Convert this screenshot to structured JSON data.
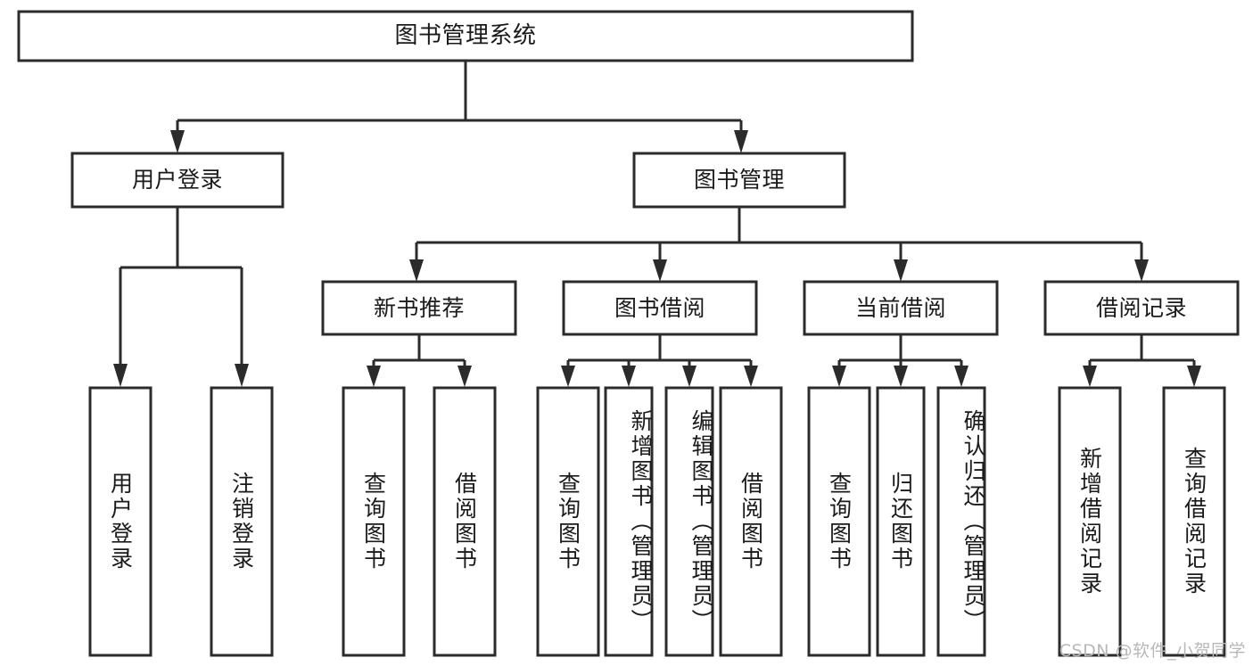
{
  "diagram": {
    "type": "tree-hierarchy",
    "title": "图书管理系统",
    "levels": 4,
    "root": {
      "id": "root",
      "label": "图书管理系统",
      "orientation": "horizontal"
    },
    "level2": [
      {
        "id": "user-login",
        "label": "用户登录",
        "orientation": "horizontal"
      },
      {
        "id": "book-manage",
        "label": "图书管理",
        "orientation": "horizontal"
      }
    ],
    "level3": [
      {
        "id": "new-book-rec",
        "label": "新书推荐",
        "orientation": "horizontal",
        "parent": "book-manage"
      },
      {
        "id": "book-borrow",
        "label": "图书借阅",
        "orientation": "horizontal",
        "parent": "book-manage"
      },
      {
        "id": "current-borrow",
        "label": "当前借阅",
        "orientation": "horizontal",
        "parent": "book-manage"
      },
      {
        "id": "borrow-record",
        "label": "借阅记录",
        "orientation": "horizontal",
        "parent": "book-manage"
      }
    ],
    "leaves": [
      {
        "id": "leaf-user-login",
        "label": "用户登录",
        "orientation": "vertical",
        "parent": "user-login"
      },
      {
        "id": "leaf-logout",
        "label": "注销登录",
        "orientation": "vertical",
        "parent": "user-login"
      },
      {
        "id": "leaf-query-book-1",
        "label": "查询图书",
        "orientation": "vertical",
        "parent": "new-book-rec"
      },
      {
        "id": "leaf-borrow-book-1",
        "label": "借阅图书",
        "orientation": "vertical",
        "parent": "new-book-rec"
      },
      {
        "id": "leaf-query-book-2",
        "label": "查询图书",
        "orientation": "vertical",
        "parent": "book-borrow"
      },
      {
        "id": "leaf-add-book",
        "label": "新增图书（管理员）",
        "orientation": "vertical",
        "parent": "book-borrow"
      },
      {
        "id": "leaf-edit-book",
        "label": "编辑图书（管理员）",
        "orientation": "vertical",
        "parent": "book-borrow"
      },
      {
        "id": "leaf-borrow-book-2",
        "label": "借阅图书",
        "orientation": "vertical",
        "parent": "book-borrow"
      },
      {
        "id": "leaf-query-book-3",
        "label": "查询图书",
        "orientation": "vertical",
        "parent": "current-borrow"
      },
      {
        "id": "leaf-return-book",
        "label": "归还图书",
        "orientation": "vertical",
        "parent": "current-borrow"
      },
      {
        "id": "leaf-confirm-return",
        "label": "确认归还（管理员）",
        "orientation": "vertical",
        "parent": "current-borrow"
      },
      {
        "id": "leaf-add-record",
        "label": "新增借阅记录",
        "orientation": "vertical",
        "parent": "borrow-record"
      },
      {
        "id": "leaf-query-record",
        "label": "查询借阅记录",
        "orientation": "vertical",
        "parent": "borrow-record"
      }
    ],
    "colors": {
      "stroke": "#2b2b2b",
      "fill": "#ffffff",
      "text": "#1a1a1a",
      "background": "#ffffff",
      "watermark": "#b8b8b8"
    }
  },
  "watermark": {
    "text": "CSDN @软件_小贺同学"
  }
}
